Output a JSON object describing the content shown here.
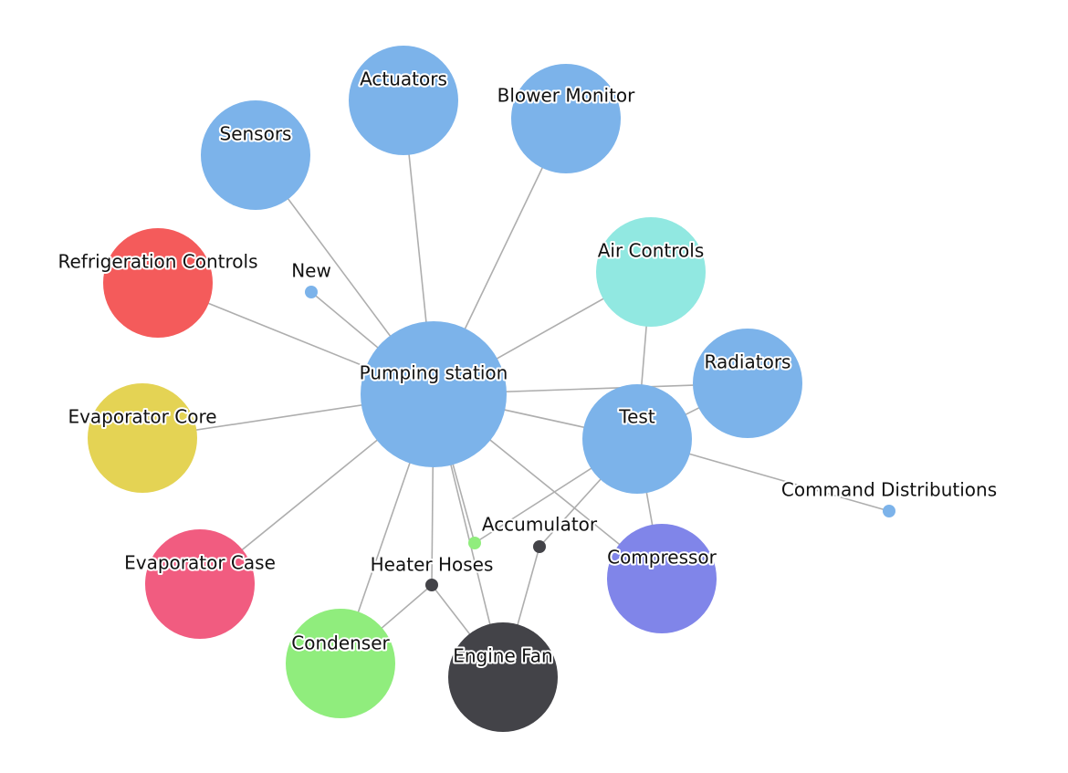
{
  "diagram": {
    "nodes": [
      {
        "id": "pumping",
        "label": "Pumping station",
        "size": "large",
        "color": "#7cb3ea"
      },
      {
        "id": "actuators",
        "label": "Actuators",
        "size": "medium",
        "color": "#7cb3ea"
      },
      {
        "id": "blower",
        "label": "Blower Monitor",
        "size": "medium",
        "color": "#7cb3ea"
      },
      {
        "id": "sensors",
        "label": "Sensors",
        "size": "medium",
        "color": "#7cb3ea"
      },
      {
        "id": "refrig",
        "label": "Refrigeration Controls",
        "size": "medium",
        "color": "#f45b5b"
      },
      {
        "id": "new",
        "label": "New",
        "size": "small",
        "color": "#7cb3ea"
      },
      {
        "id": "air",
        "label": "Air Controls",
        "size": "medium",
        "color": "#91e8e1"
      },
      {
        "id": "radiators",
        "label": "Radiators",
        "size": "medium",
        "color": "#7cb3ea"
      },
      {
        "id": "test",
        "label": "Test",
        "size": "medium",
        "color": "#7cb3ea"
      },
      {
        "id": "evapcore",
        "label": "Evaporator Core",
        "size": "medium",
        "color": "#e4d354"
      },
      {
        "id": "command",
        "label": "Command Distributions",
        "size": "small",
        "color": "#7cb3ea"
      },
      {
        "id": "accum",
        "label": "Accumulator",
        "size": "small",
        "color": "#434348"
      },
      {
        "id": "accum_link",
        "label": "",
        "size": "small",
        "color": "#90ed7d"
      },
      {
        "id": "evapcase",
        "label": "Evaporator Case",
        "size": "medium",
        "color": "#f15c80"
      },
      {
        "id": "compressor",
        "label": "Compressor",
        "size": "medium",
        "color": "#8085e9"
      },
      {
        "id": "heater",
        "label": "Heater Hoses",
        "size": "small",
        "color": "#434348"
      },
      {
        "id": "condenser",
        "label": "Condenser",
        "size": "medium",
        "color": "#90ed7d"
      },
      {
        "id": "enginefan",
        "label": "Engine Fan",
        "size": "medium",
        "color": "#434348"
      }
    ],
    "edges": [
      [
        "pumping",
        "actuators"
      ],
      [
        "pumping",
        "blower"
      ],
      [
        "pumping",
        "sensors"
      ],
      [
        "pumping",
        "refrig"
      ],
      [
        "pumping",
        "new"
      ],
      [
        "pumping",
        "air"
      ],
      [
        "pumping",
        "radiators"
      ],
      [
        "pumping",
        "test"
      ],
      [
        "pumping",
        "evapcore"
      ],
      [
        "pumping",
        "evapcase"
      ],
      [
        "pumping",
        "condenser"
      ],
      [
        "pumping",
        "heater"
      ],
      [
        "pumping",
        "enginefan"
      ],
      [
        "pumping",
        "accum_link"
      ],
      [
        "pumping",
        "compressor"
      ],
      [
        "air",
        "test"
      ],
      [
        "test",
        "radiators"
      ],
      [
        "test",
        "command"
      ],
      [
        "test",
        "compressor"
      ],
      [
        "test",
        "accum"
      ],
      [
        "test",
        "accum_link"
      ],
      [
        "heater",
        "condenser"
      ],
      [
        "heater",
        "enginefan"
      ],
      [
        "accum",
        "enginefan"
      ]
    ]
  }
}
